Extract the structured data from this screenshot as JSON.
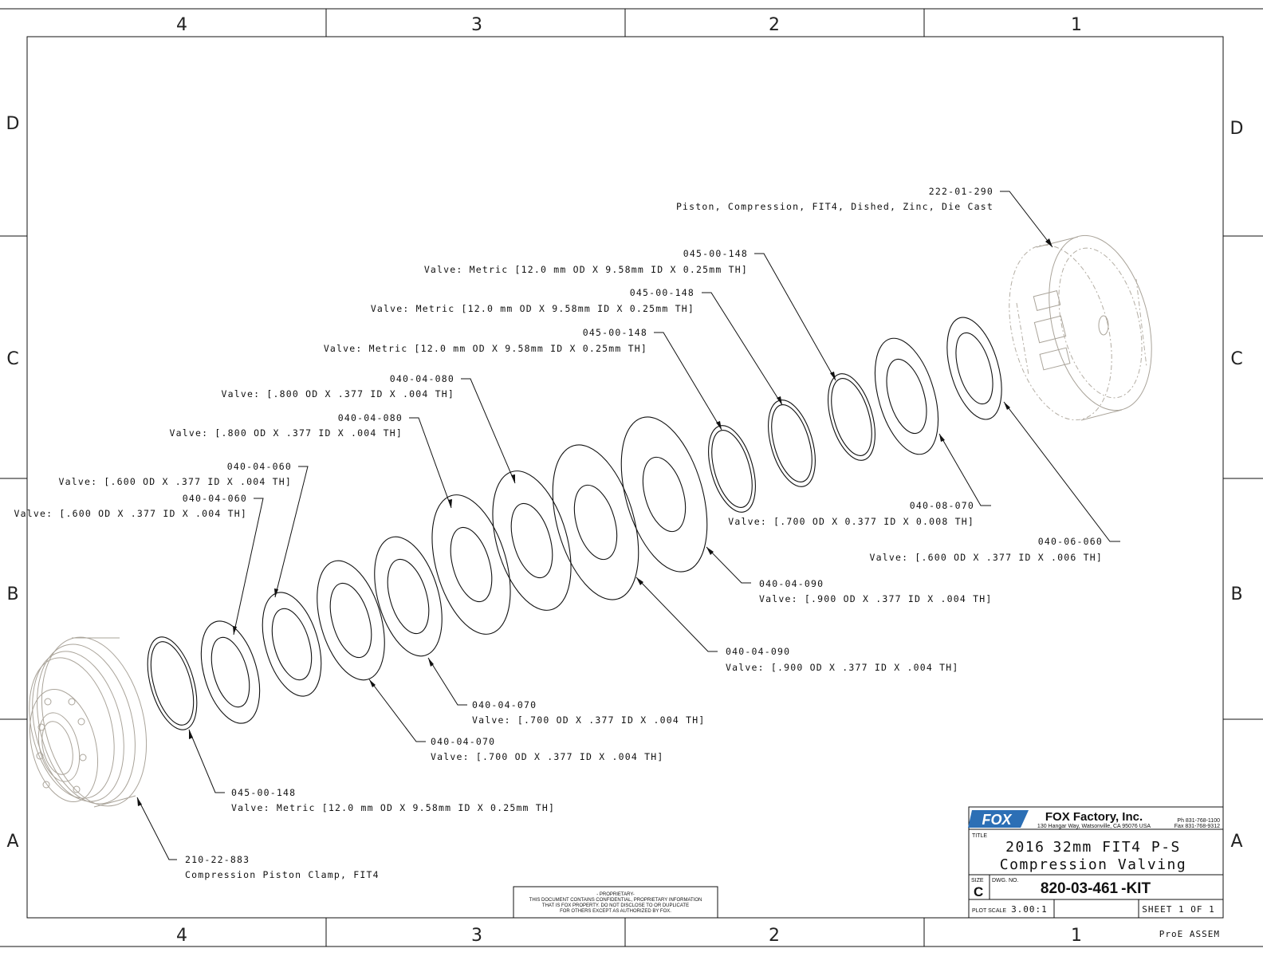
{
  "zones": {
    "columns": [
      "4",
      "3",
      "2",
      "1"
    ],
    "rows": [
      "D",
      "C",
      "B",
      "A"
    ]
  },
  "callouts": [
    {
      "id": "c01",
      "part": "222-01-290",
      "desc": "Piston, Compression, FIT4, Dished, Zinc, Die Cast"
    },
    {
      "id": "c02",
      "part": "045-00-148",
      "desc": "Valve: Metric [12.0 mm OD X 9.58mm ID X 0.25mm TH]"
    },
    {
      "id": "c03",
      "part": "045-00-148",
      "desc": "Valve: Metric [12.0 mm OD X 9.58mm ID X 0.25mm TH]"
    },
    {
      "id": "c04",
      "part": "045-00-148",
      "desc": "Valve: Metric [12.0 mm OD X 9.58mm ID X 0.25mm TH]"
    },
    {
      "id": "c05",
      "part": "040-04-080",
      "desc": "Valve: [.800 OD X .377 ID X .004 TH]"
    },
    {
      "id": "c06",
      "part": "040-04-080",
      "desc": "Valve: [.800 OD X .377 ID X .004 TH]"
    },
    {
      "id": "c07",
      "part": "040-04-060",
      "desc": "Valve: [.600 OD X .377 ID X .004 TH]"
    },
    {
      "id": "c08",
      "part": "040-04-060",
      "desc": "Valve: [.600 OD X .377 ID X .004 TH]"
    },
    {
      "id": "c09",
      "part": "040-08-070",
      "desc": "Valve: [.700 OD X 0.377 ID X 0.008 TH]"
    },
    {
      "id": "c10",
      "part": "040-06-060",
      "desc": "Valve: [.600 OD X .377 ID X .006 TH]"
    },
    {
      "id": "c11",
      "part": "040-04-090",
      "desc": "Valve: [.900 OD X .377 ID X .004 TH]"
    },
    {
      "id": "c12",
      "part": "040-04-090",
      "desc": "Valve: [.900 OD X .377 ID X .004 TH]"
    },
    {
      "id": "c13",
      "part": "040-04-070",
      "desc": "Valve: [.700 OD X .377 ID X .004 TH]"
    },
    {
      "id": "c14",
      "part": "040-04-070",
      "desc": "Valve: [.700 OD X .377 ID X .004 TH]"
    },
    {
      "id": "c15",
      "part": "045-00-148",
      "desc": "Valve: Metric [12.0 mm OD X 9.58mm ID X 0.25mm TH]"
    },
    {
      "id": "c16",
      "part": "210-22-883",
      "desc": "Compression Piston Clamp, FIT4"
    }
  ],
  "title_block": {
    "logo": "FOX",
    "company": "FOX Factory, Inc.",
    "address": "130 Hangar Way, Watsonville, CA 95076 USA",
    "phone": "Ph 831-768-1100",
    "fax": "Fax 831-768-9312",
    "title_label": "TITLE",
    "title_line1_year": "2016",
    "title_line1_rest": "32mm FIT4 P-S",
    "title_line2": "Compression Valving",
    "size_label": "SIZE",
    "size": "C",
    "dwg_label": "DWG. NO.",
    "dwg_number": "820-03-461",
    "dwg_suffix": "-KIT",
    "plot_scale_label": "PLOT SCALE",
    "plot_scale": "3.00:1",
    "sheet": "SHEET 1 OF 1",
    "software": "ProE ASSEM"
  },
  "proprietary": {
    "line1": "- PROPRIETARY-",
    "line2": "THIS DOCUMENT CONTAINS CONFIDENTIAL, PROPRIETARY INFORMATION",
    "line3": "THAT IS FOX PROPERTY.  DO NOT DISCLOSE TO OR DUPLICATE",
    "line4": "FOR OTHERS EXCEPT AS AUTHORIZED BY FOX."
  }
}
